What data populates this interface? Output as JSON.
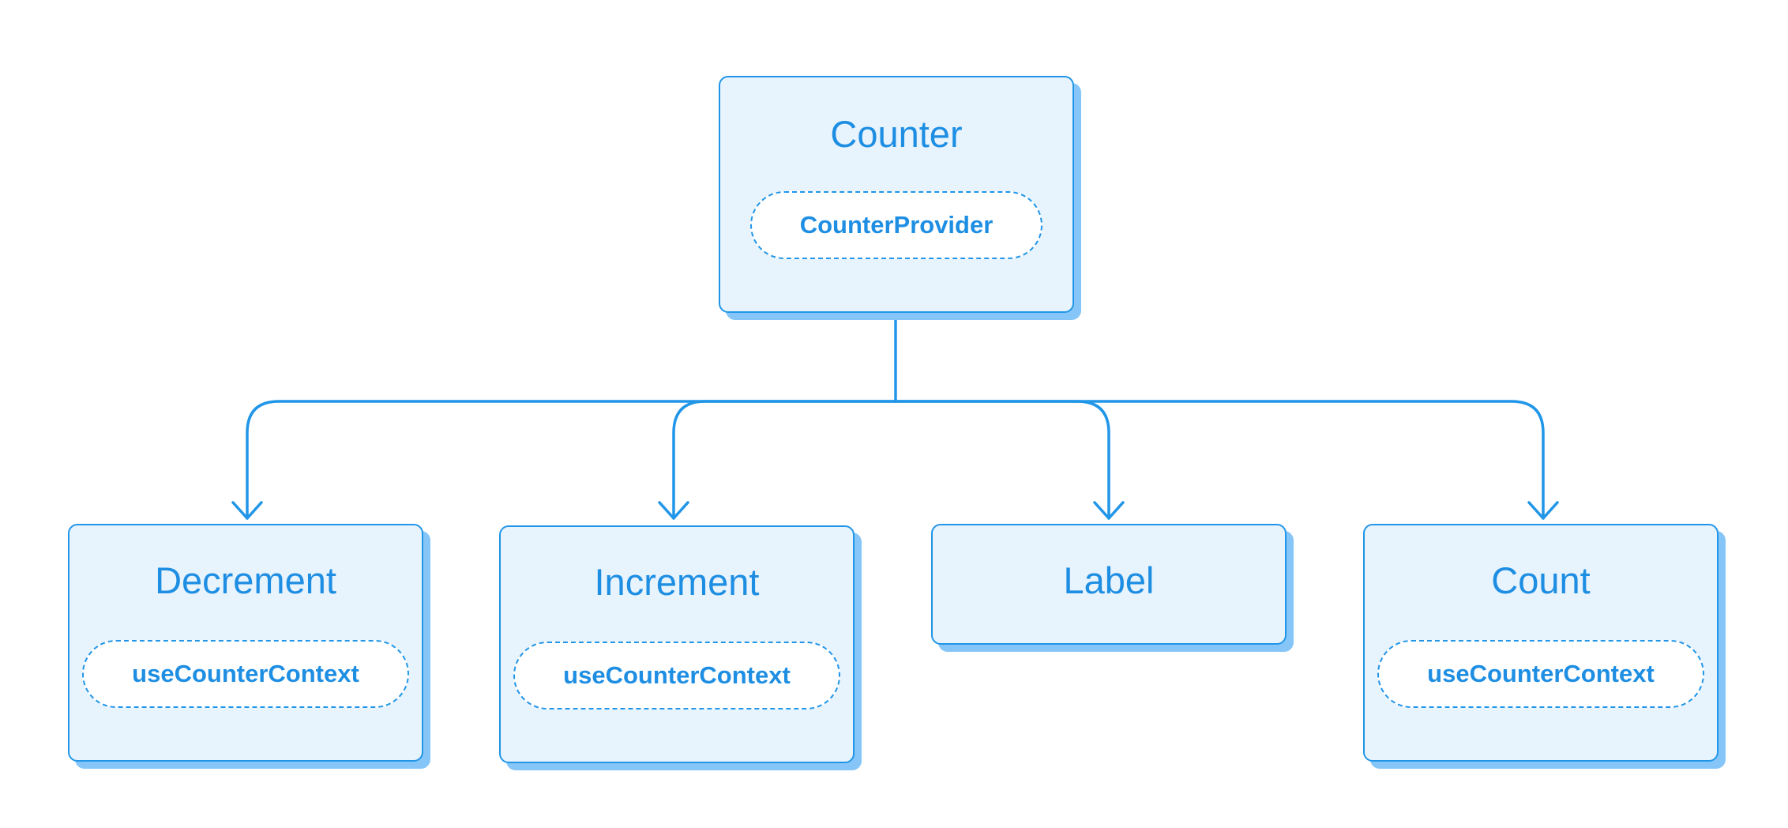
{
  "diagram": {
    "root": {
      "title": "Counter",
      "badge": "CounterProvider"
    },
    "children": [
      {
        "title": "Decrement",
        "badge": "useCounterContext"
      },
      {
        "title": "Increment",
        "badge": "useCounterContext"
      },
      {
        "title": "Label"
      },
      {
        "title": "Count",
        "badge": "useCounterContext"
      }
    ],
    "colors": {
      "accent": "#2196e8",
      "node_fill": "#e7f3fd",
      "shadow": "#86c5f7",
      "text": "#1e8ee3"
    }
  }
}
